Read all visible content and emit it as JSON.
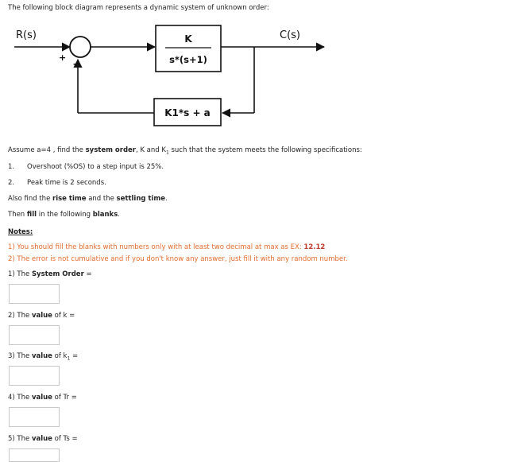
{
  "intro": "The following block diagram represents a dynamic system of unknown order:",
  "diagram": {
    "input_label": "R(s)",
    "output_label": "C(s)",
    "plus_sign": "+",
    "minus_sign": "-",
    "forward_numerator": "K",
    "forward_denominator": "s*(s+1)",
    "feedback_block": "K1*s + a"
  },
  "assume": {
    "prefix": "Assume a=4 , find the ",
    "bold1": "system order",
    "mid1": ", K and K",
    "sub": "1",
    "suffix": " such that the system meets the following specifications:"
  },
  "specs": [
    {
      "num": "1.",
      "text": "Overshoot (%OS) to a step input is 25%."
    },
    {
      "num": "2.",
      "text": "Peak time is 2 seconds."
    }
  ],
  "also": {
    "prefix": "Also find the ",
    "bold1": "rise time",
    "mid": " and the ",
    "bold2": "settling time",
    "suffix": "."
  },
  "then": {
    "prefix": "Then ",
    "bold1": "fill",
    "mid": " in the following ",
    "bold2": "blanks",
    "suffix": "."
  },
  "notes_title": "Notes:",
  "notes": {
    "n1_text": "1) You should fill the blanks with numbers only with at least two decimal at max as EX: ",
    "n1_example": "12.12",
    "n2_text": "2) The error is not cumulative and if you don't know any answer, just fill it with any random number."
  },
  "questions": {
    "q1": {
      "prefix": "1) The ",
      "bold": "System Order",
      "suffix": " ="
    },
    "q2": {
      "prefix": "2) The ",
      "bold": "value",
      "suffix": " of k ="
    },
    "q3": {
      "prefix": "3) The ",
      "bold": "value",
      "mid": " of k",
      "sub": "1",
      "suffix": " ="
    },
    "q4": {
      "prefix": "4) The ",
      "bold": "value",
      "suffix": " of Tr ="
    },
    "q5": {
      "prefix": "5) The ",
      "bold": "value",
      "suffix": " of Ts ="
    }
  },
  "answers": {
    "q1": "",
    "q2": "",
    "q3": "",
    "q4": "",
    "q5": ""
  }
}
